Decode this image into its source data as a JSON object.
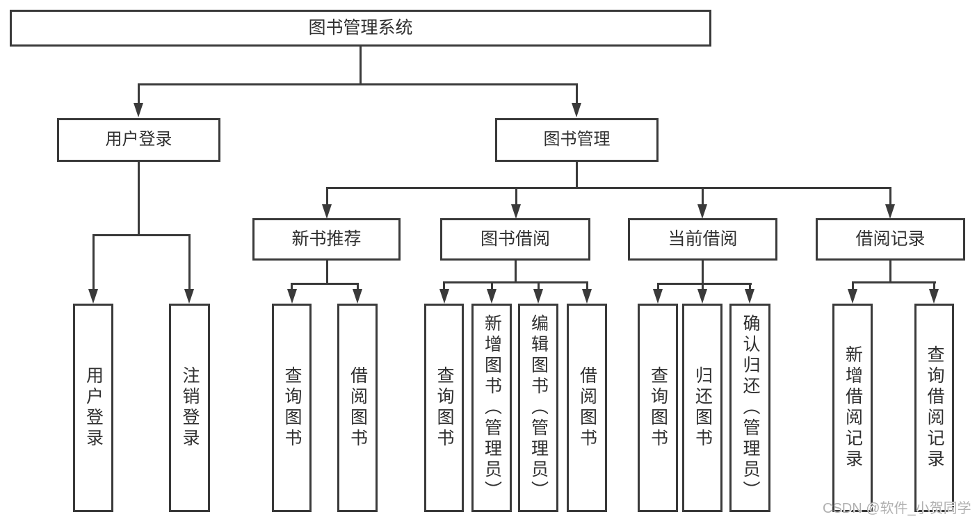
{
  "diagram": {
    "root": {
      "label": "图书管理系统"
    },
    "level2": [
      {
        "label": "用户登录"
      },
      {
        "label": "图书管理"
      }
    ],
    "categories": [
      {
        "label": "新书推荐"
      },
      {
        "label": "图书借阅"
      },
      {
        "label": "当前借阅"
      },
      {
        "label": "借阅记录"
      }
    ],
    "leaves": {
      "login": [
        {
          "label": "用户登录"
        },
        {
          "label": "注销登录"
        }
      ],
      "recommend": [
        {
          "label": "查询图书"
        },
        {
          "label": "借阅图书"
        }
      ],
      "borrow": [
        {
          "label": "查询图书"
        },
        {
          "label": "新增图书（管理员）"
        },
        {
          "label": "编辑图书（管理员）"
        },
        {
          "label": "借阅图书"
        }
      ],
      "current": [
        {
          "label": "查询图书"
        },
        {
          "label": "归还图书"
        },
        {
          "label": "确认归还（管理员）"
        }
      ],
      "records": [
        {
          "label": "新增借阅记录"
        },
        {
          "label": "查询借阅记录"
        }
      ]
    }
  },
  "watermark": {
    "text": "CSDN @软件_小贺同学"
  },
  "colors": {
    "line": "#3a3a3a",
    "text": "#303030",
    "background": "#ffffff",
    "watermark": "#b0b0b0"
  }
}
